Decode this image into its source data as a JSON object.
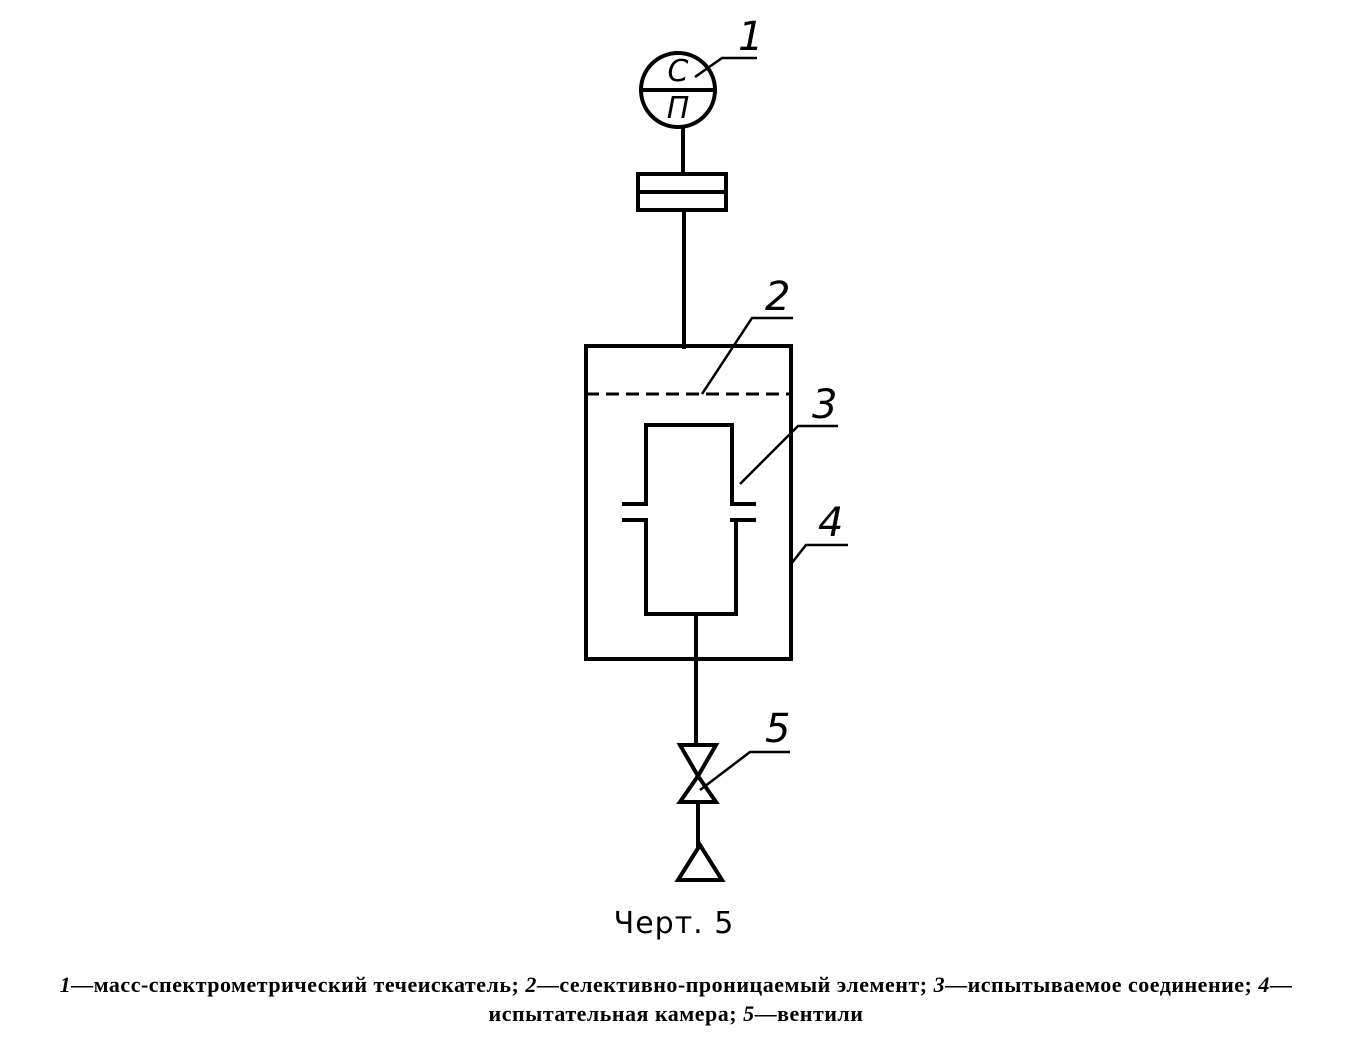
{
  "gauge": {
    "top_letter": "С",
    "bottom_letter": "П"
  },
  "callouts": {
    "n1": "1",
    "n2": "2",
    "n3": "3",
    "n4": "4",
    "n5": "5"
  },
  "caption": "Черт. 5",
  "legend": [
    {
      "num": "1",
      "text": "—масс-спектрометрический течеискатель; "
    },
    {
      "num": "2",
      "text": "—селективно-проницаемый элемент; "
    },
    {
      "num": "3",
      "text": "—испытываемое соединение; "
    },
    {
      "num": "4",
      "text": "—испытательная камера; "
    },
    {
      "num": "5",
      "text": "—вентили"
    }
  ]
}
